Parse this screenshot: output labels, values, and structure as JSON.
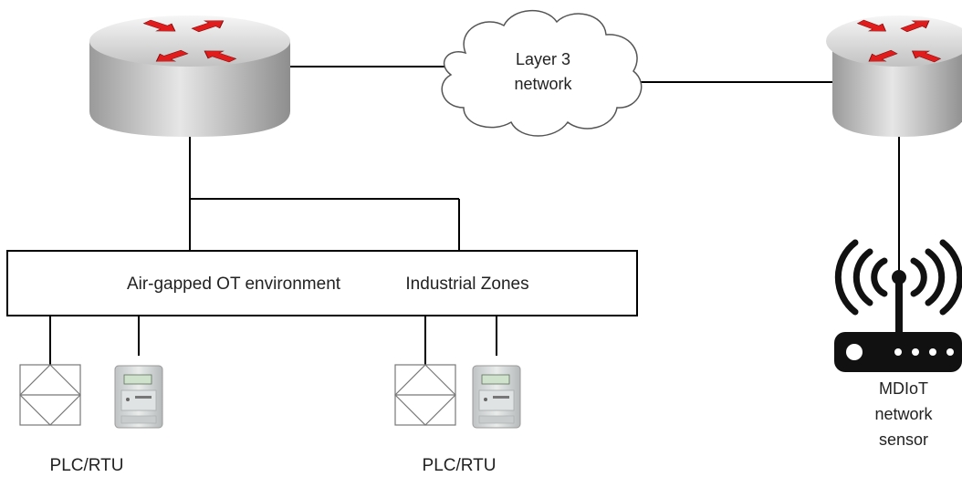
{
  "cloud": {
    "line1": "Layer 3",
    "line2": "network"
  },
  "environment": {
    "label_left": "Air-gapped OT environment",
    "label_right": "Industrial Zones"
  },
  "devices": {
    "left_label": "PLC/RTU",
    "right_label": "PLC/RTU"
  },
  "sensor": {
    "line1": "MDIoT",
    "line2": "network",
    "line3": "sensor"
  },
  "icons": {
    "router": "router-icon",
    "cloud": "cloud-icon",
    "plc": "plc-icon",
    "meter": "meter-icon",
    "wifi_sensor": "wireless-sensor-icon"
  },
  "colors": {
    "arrow_red": "#e01c1c",
    "router_grey": "#c9c9c9",
    "sensor_black": "#111111",
    "line": "#000000"
  }
}
